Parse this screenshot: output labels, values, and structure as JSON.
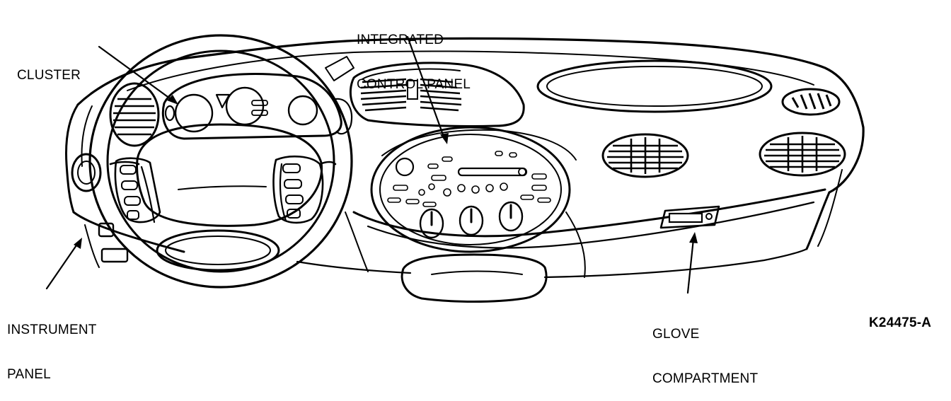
{
  "figure_id": "K24475-A",
  "callouts": {
    "integrated_control_panel": [
      "INTEGRATED",
      "CONTROL PANEL"
    ],
    "cluster": [
      "CLUSTER"
    ],
    "instrument_panel": [
      "INSTRUMENT",
      "PANEL"
    ],
    "glove_compartment": [
      "GLOVE",
      "COMPARTMENT"
    ]
  }
}
